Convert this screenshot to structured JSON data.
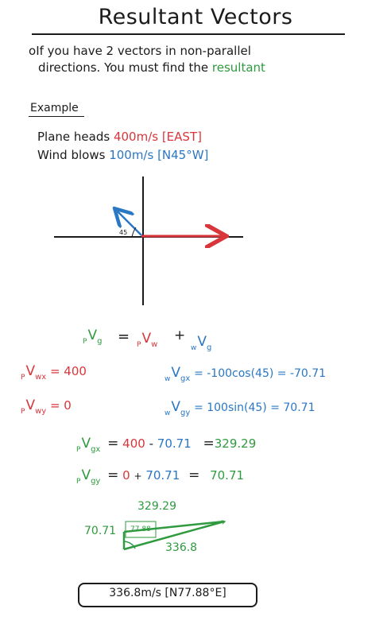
{
  "title": "Resultant Vectors",
  "intro": {
    "bullet": "o",
    "line1": "If you have 2 vectors in non-parallel",
    "line2_pre": "directions. You must find the ",
    "line2_highlight": "resultant"
  },
  "example": {
    "heading": "Example",
    "plane_label": "Plane heads ",
    "plane_value": "400m/s [EAST]",
    "wind_label": "Wind blows ",
    "wind_value": "100m/s [N45°W]"
  },
  "axes_diagram": {
    "angle_label": "45"
  },
  "equations": {
    "main": {
      "pre1": "P",
      "v1": "V",
      "sub1": "g",
      "eq": "=",
      "pre2": "P",
      "v2": "V",
      "sub2": "w",
      "plus": "+",
      "pre3": "w",
      "v3": "V",
      "sub3": "g"
    },
    "pwx": {
      "pre": "P",
      "v": "V",
      "sub": "wx",
      "rhs": "= 400"
    },
    "pwy": {
      "pre": "P",
      "v": "V",
      "sub": "wy",
      "rhs": "= 0"
    },
    "wgx": {
      "pre": "w",
      "v": "V",
      "sub": "gx",
      "rhs": "= -100cos(45) = -70.71"
    },
    "wgy": {
      "pre": "w",
      "v": "V",
      "sub": "gy",
      "rhs": "= 100sin(45) = 70.71"
    },
    "pgx": {
      "pre": "P",
      "v": "V",
      "sub": "gx",
      "eq": "=",
      "a": "400",
      "minus": "-",
      "b": "70.71",
      "eq2": "=",
      "result": "329.29"
    },
    "pgy": {
      "pre": "P",
      "v": "V",
      "sub": "gy",
      "eq": "=",
      "a": "0",
      "plus": "+",
      "b": "70.71",
      "eq2": "=",
      "result": "70.71"
    }
  },
  "triangle": {
    "top_label": "329.29",
    "left_label": "70.71",
    "angle_label": "77.88",
    "hyp_label": "336.8"
  },
  "answer": "336.8m/s [N77.88°E]",
  "colors": {
    "red": "#d9363b",
    "blue": "#2a77c4",
    "green": "#2f9a3f",
    "ink": "#1b1b1b"
  }
}
